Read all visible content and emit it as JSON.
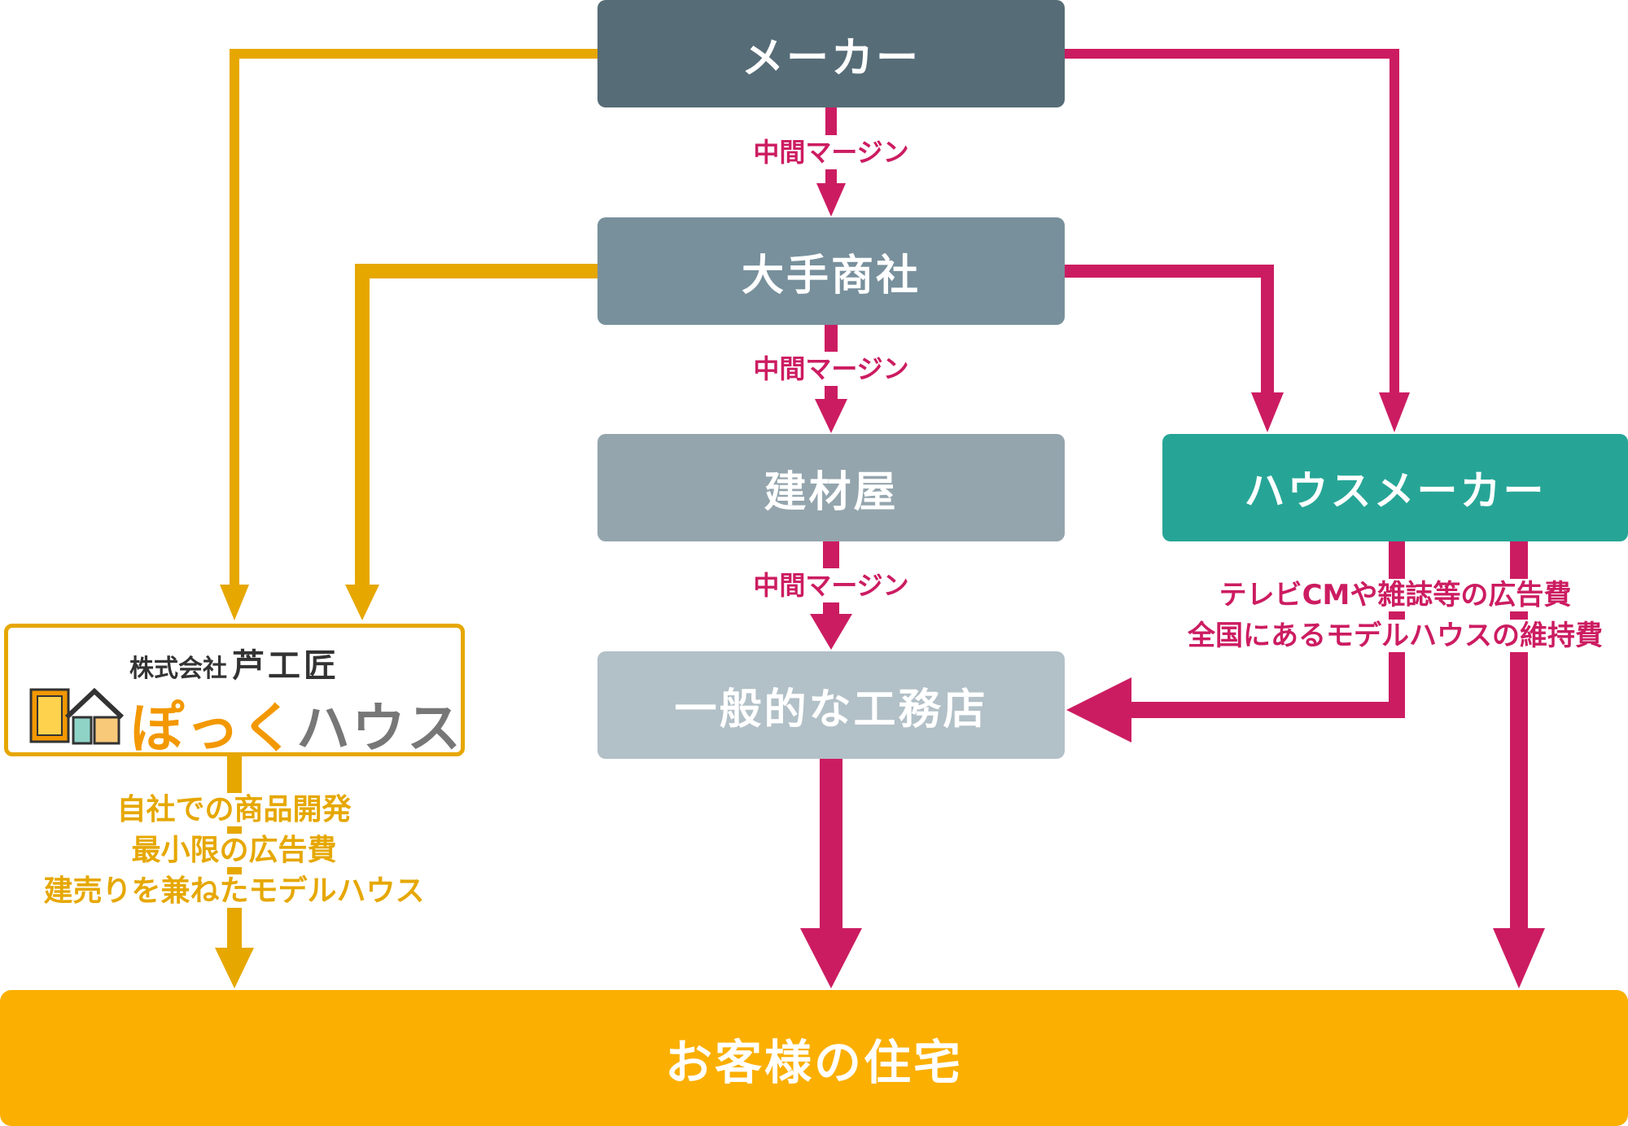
{
  "colors": {
    "maker": "#566c77",
    "trading": "#78909c",
    "lumber": "#94a5ad",
    "builder": "#b2c0c7",
    "house_maker": "#26a596",
    "customer": "#fbaf00",
    "pink": "#cc1c61",
    "gold": "#e6a700",
    "logo_orange": "#f39800",
    "logo_gray": "#777777"
  },
  "nodes": {
    "maker": "メーカー",
    "trading": "大手商社",
    "lumber": "建材屋",
    "builder": "一般的な工務店",
    "house_maker": "ハウスメーカー",
    "customer": "お客様の住宅"
  },
  "margin_labels": [
    "中間マージン",
    "中間マージン",
    "中間マージン"
  ],
  "house_maker_notes": [
    "テレビCMや雑誌等の広告費",
    "全国にあるモデルハウスの維持費"
  ],
  "company": {
    "prefix": "株式会社",
    "name": "芦工匠",
    "brand_a": "ぽっく",
    "brand_b": "ハウス",
    "icon": "pok-house-logo-icon"
  },
  "company_notes": [
    "自社での商品開発",
    "最小限の広告費",
    "建売りを兼ねたモデルハウス"
  ]
}
